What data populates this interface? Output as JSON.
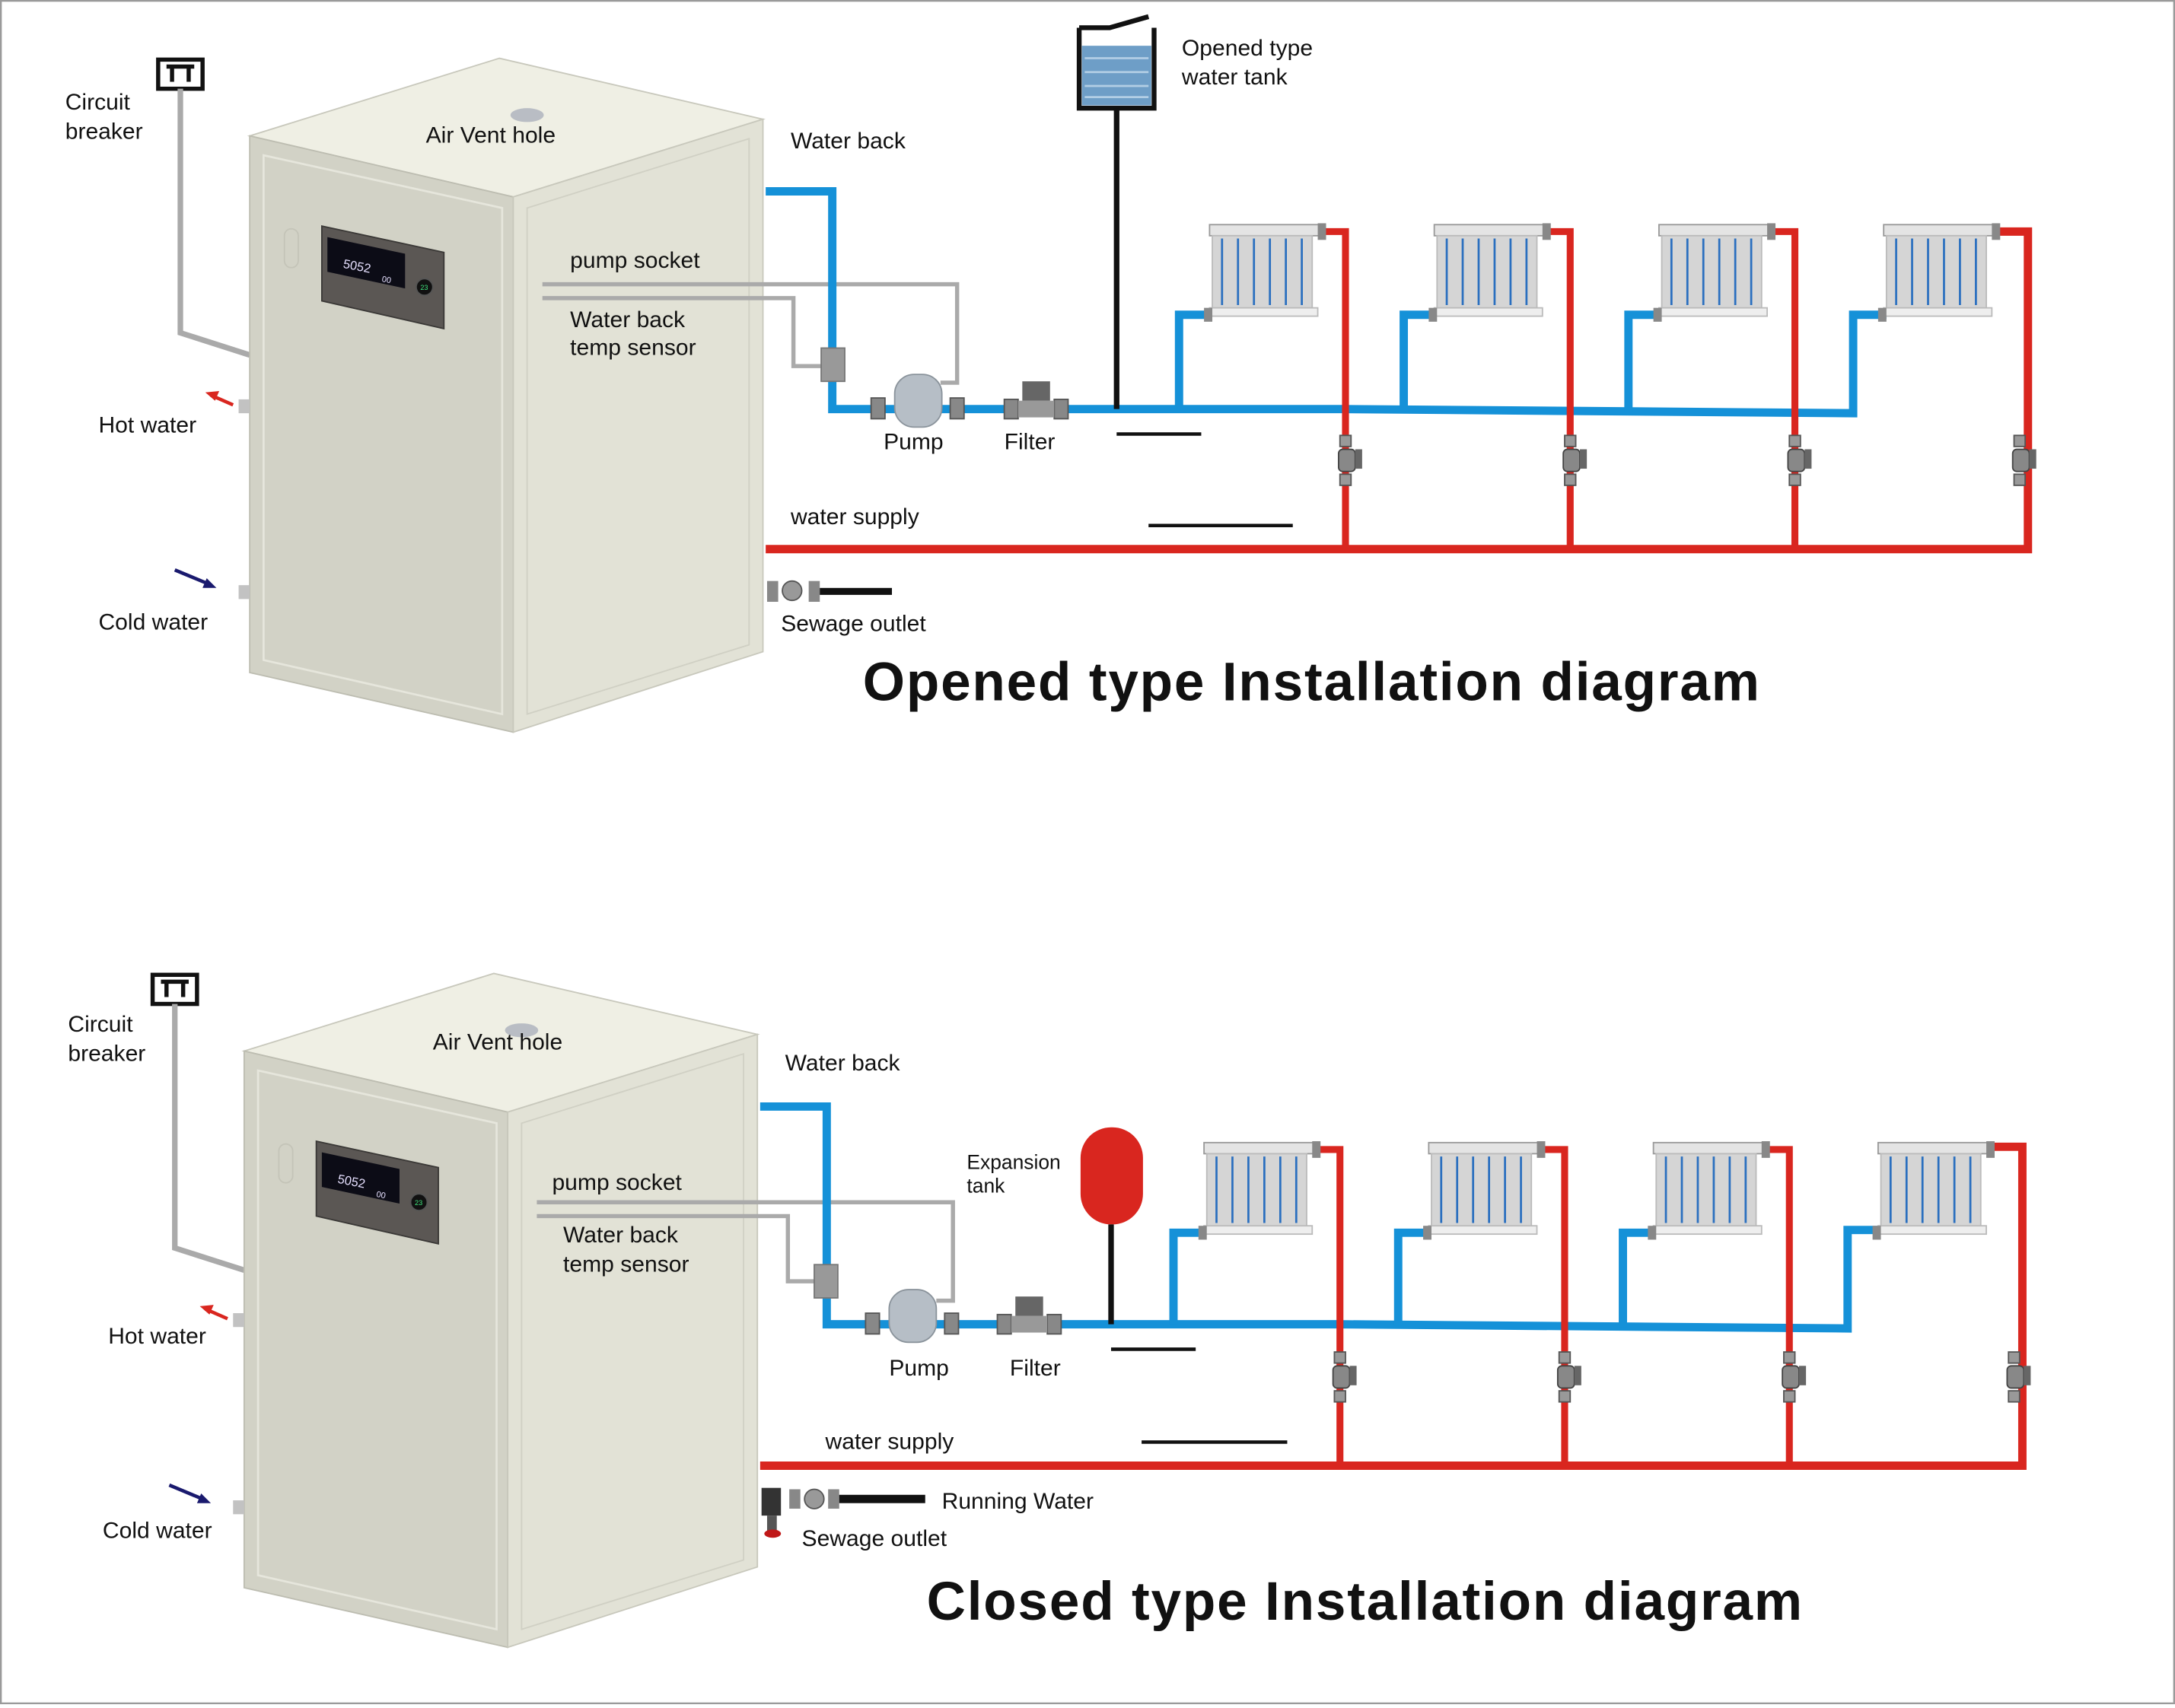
{
  "colors": {
    "supply_pipe": "#d9261f",
    "return_pipe": "#1591d8",
    "cable": "#a9a9a9",
    "cabinet_front": "#d8d8cc",
    "cabinet_side": "#e3e3d7",
    "cabinet_top": "#eeeee2",
    "expansion_tank": "#d9261f",
    "text": "#111111"
  },
  "diagrams": [
    {
      "id": "opened",
      "title": "Opened type Installation diagram",
      "labels": {
        "circuit_breaker_line1": "Circuit",
        "circuit_breaker_line2": "breaker",
        "air_vent_hole": "Air Vent hole",
        "pump_socket": "pump socket",
        "water_back_temp_sensor_line1": "Water back",
        "water_back_temp_sensor_line2": "temp sensor",
        "hot_water": "Hot water",
        "cold_water": "Cold water",
        "water_back": "Water back",
        "pump": "Pump",
        "filter": "Filter",
        "water_supply": "water supply",
        "sewage_outlet": "Sewage outlet",
        "tank_line1": "Opened type",
        "tank_line2": "water tank"
      },
      "display": {
        "main": "5052",
        "secondary": "00",
        "knob": "23"
      },
      "radiator_count": 4
    },
    {
      "id": "closed",
      "title": "Closed type Installation diagram",
      "labels": {
        "circuit_breaker_line1": "Circuit",
        "circuit_breaker_line2": "breaker",
        "air_vent_hole": "Air Vent hole",
        "pump_socket": "pump socket",
        "water_back_temp_sensor_line1": "Water back",
        "water_back_temp_sensor_line2": "temp sensor",
        "hot_water": "Hot water",
        "cold_water": "Cold water",
        "water_back": "Water back",
        "pump": "Pump",
        "filter": "Filter",
        "water_supply": "water supply",
        "sewage_outlet": "Sewage outlet",
        "running_water": "Running Water",
        "tank_line1": "Expansion",
        "tank_line2": "tank"
      },
      "display": {
        "main": "5052",
        "secondary": "00",
        "knob": "23"
      },
      "radiator_count": 4
    }
  ]
}
